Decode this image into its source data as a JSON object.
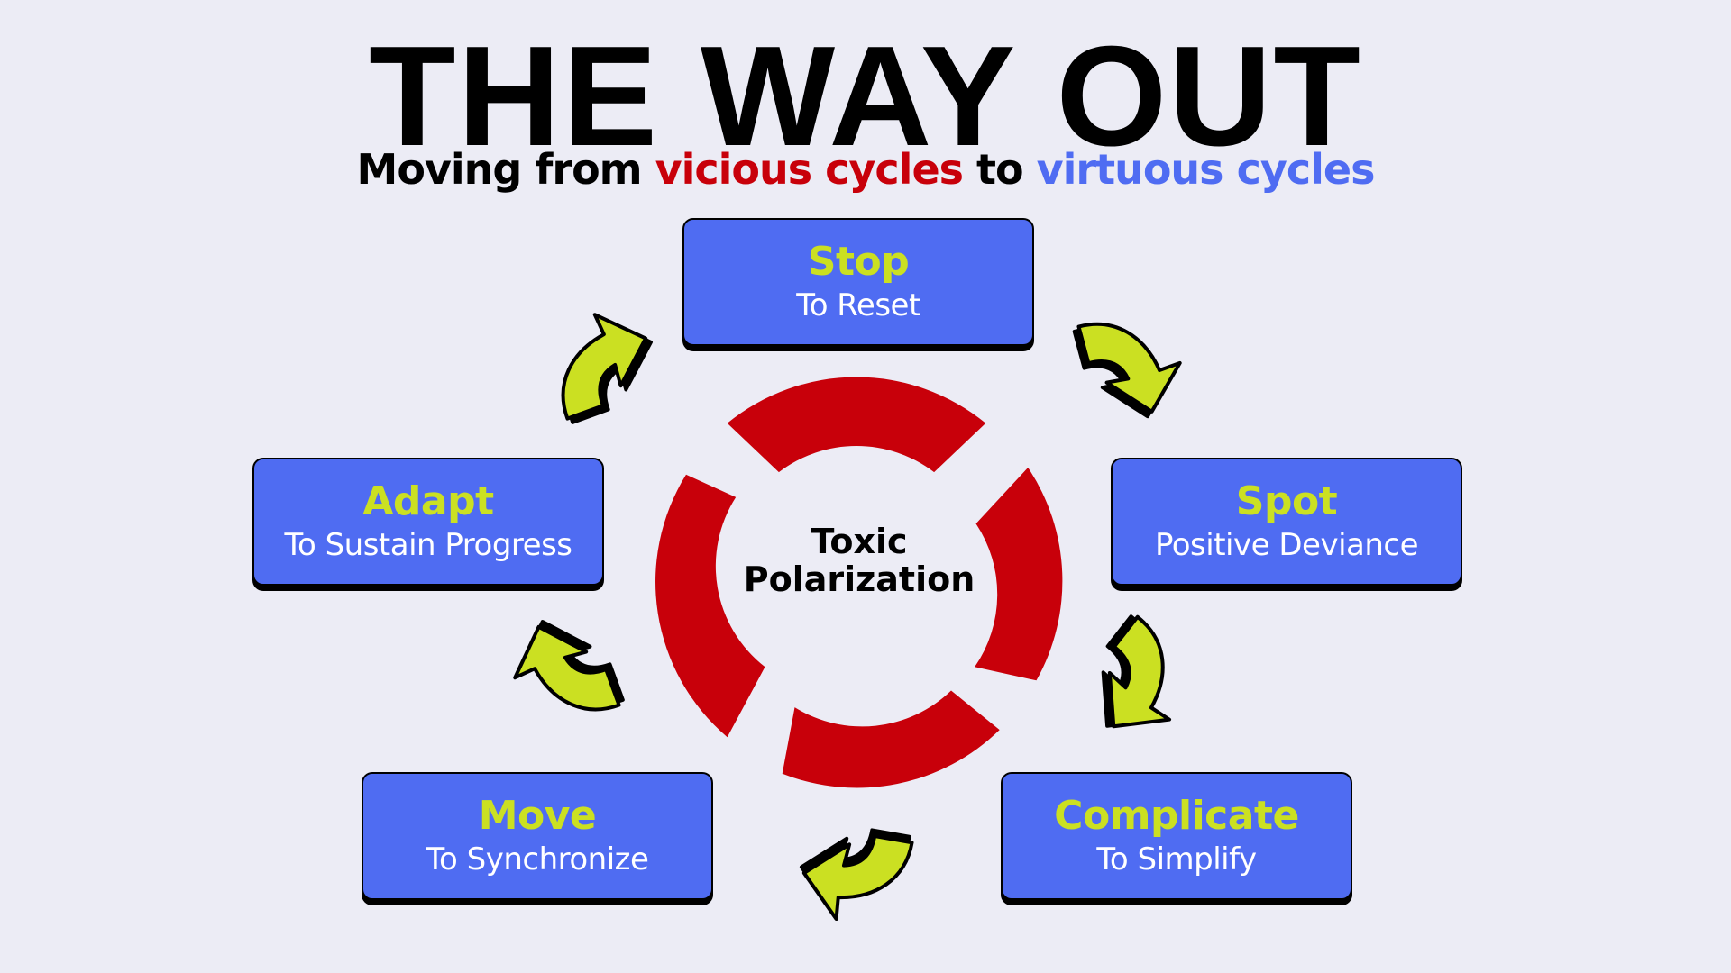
{
  "title": "THE WAY OUT",
  "subtitle": {
    "part1": "Moving from ",
    "vicious": "vicious cycles",
    "part2": " to ",
    "virtuous": "virtuous cycles"
  },
  "center": {
    "line1": "Toxic",
    "line2": "Polarization"
  },
  "steps": [
    {
      "name": "Stop",
      "desc": "To Reset"
    },
    {
      "name": "Spot",
      "desc": "Positive Deviance"
    },
    {
      "name": "Complicate",
      "desc": "To Simplify"
    },
    {
      "name": "Move",
      "desc": "To Synchronize"
    },
    {
      "name": "Adapt",
      "desc": "To Sustain Progress"
    }
  ],
  "colors": {
    "background": "#ECECF5",
    "box": "#4F6CF2",
    "accent": "#CBE022",
    "ring": "#C8000A",
    "vicious": "#C8000A",
    "virtuous": "#4F6CF2"
  },
  "icons": [
    "curved-arrow-icon"
  ]
}
